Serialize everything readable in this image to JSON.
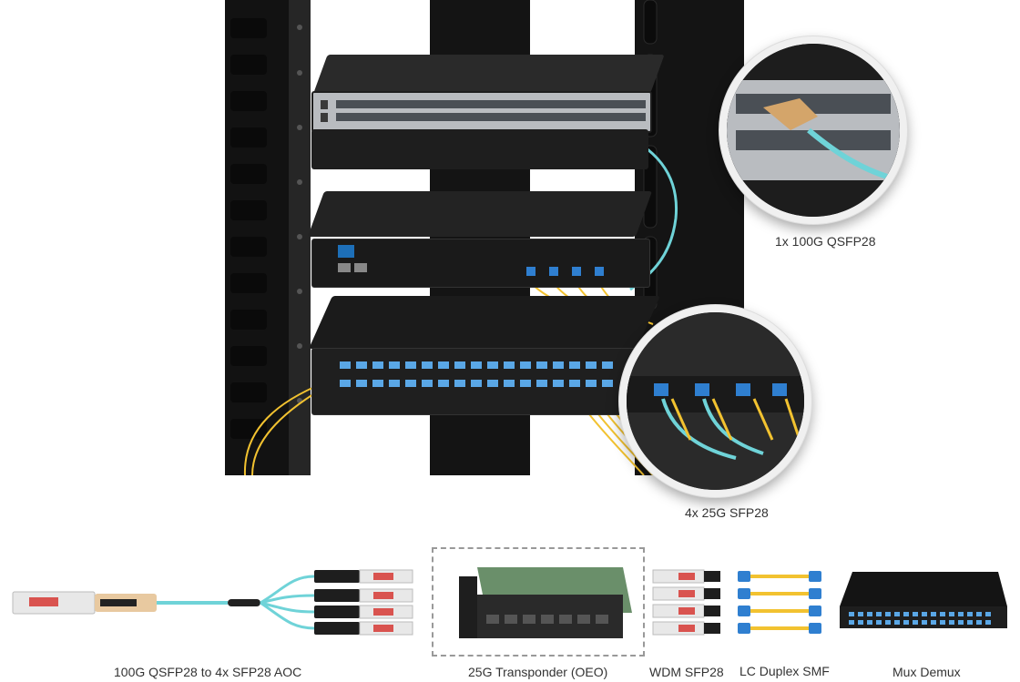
{
  "callouts": [
    {
      "label": "1x 100G QSFP28"
    },
    {
      "label": "4x 25G SFP28"
    }
  ],
  "products": [
    {
      "label": "100G QSFP28 to 4x SFP28 AOC"
    },
    {
      "label": "25G Transponder (OEO)"
    },
    {
      "label": "WDM SFP28"
    },
    {
      "label": "LC Duplex SMF"
    },
    {
      "label": "Mux Demux"
    }
  ],
  "colors": {
    "rack": "#161616",
    "device": "#1e1e1e",
    "switch_panel": "#b9bcc0",
    "aqua_cable": "#6fd3d8",
    "yellow_fiber": "#f2c230",
    "lc_blue": "#2f7fd0",
    "lc_label": "#d9534f"
  }
}
